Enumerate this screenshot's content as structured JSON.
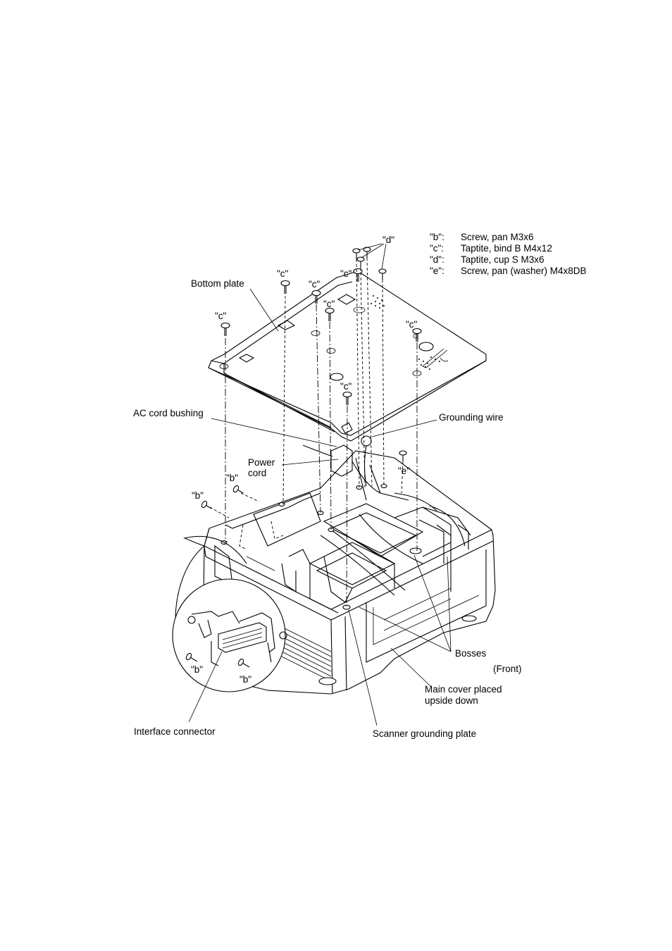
{
  "legend": [
    {
      "code": "\"b\":",
      "desc": "Screw, pan M3x6"
    },
    {
      "code": "\"c\":",
      "desc": "Taptite, bind B M4x12"
    },
    {
      "code": "\"d\":",
      "desc": "Taptite, cup S M3x6"
    },
    {
      "code": "\"e\":",
      "desc": "Screw, pan (washer) M4x8DB"
    }
  ],
  "labels": {
    "bottom_plate": "Bottom plate",
    "ac_cord_bushing": "AC cord bushing",
    "power_cord_1": "Power",
    "power_cord_2": "cord",
    "grounding_wire": "Grounding wire",
    "bosses": "Bosses",
    "front": "(Front)",
    "main_cover_1": "Main cover placed",
    "main_cover_2": "upside down",
    "interface_connector": "Interface connector",
    "scanner_grounding_plate": "Scanner grounding plate"
  },
  "screw_callouts": {
    "c": "\"c\"",
    "d": "\"d\"",
    "b": "\"b\"",
    "e": "\"e\""
  }
}
